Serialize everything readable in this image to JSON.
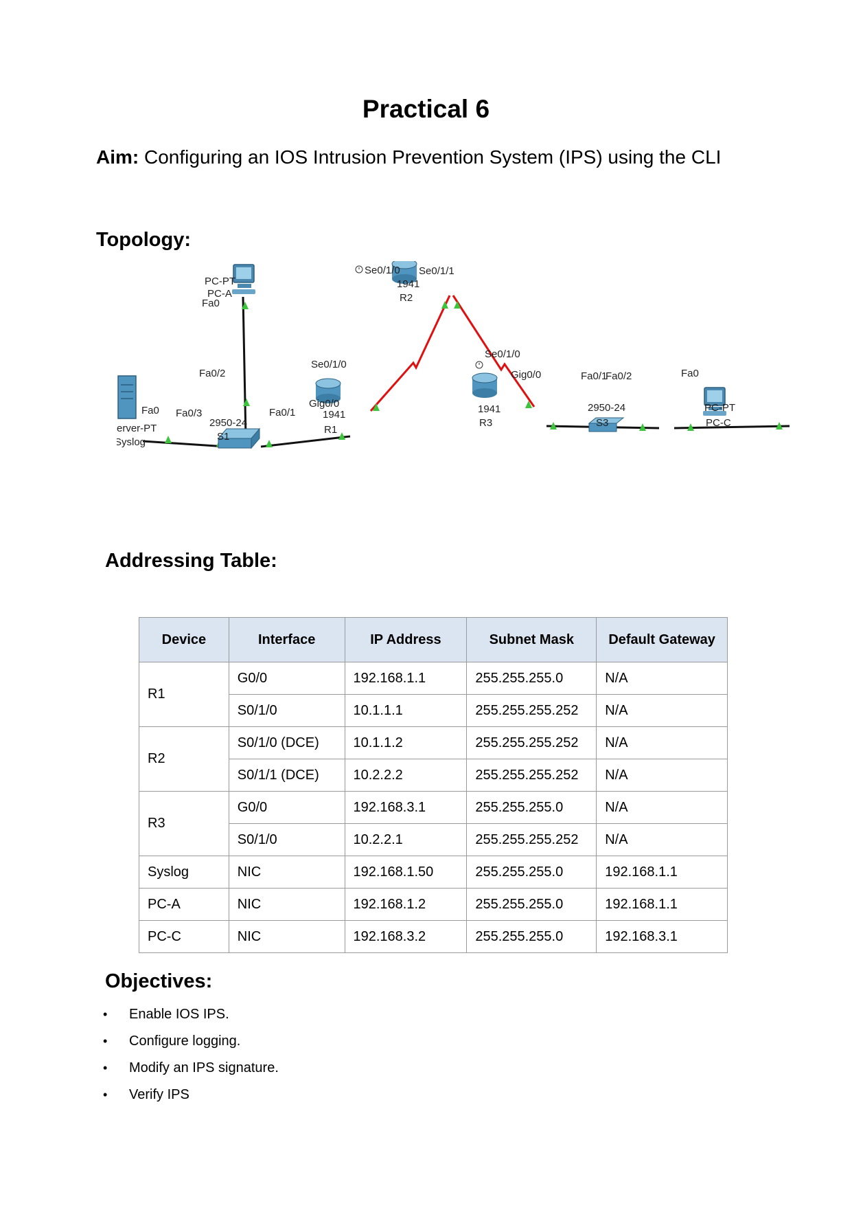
{
  "title": "Practical 6",
  "aim": {
    "label": "Aim:",
    "text": "Configuring an IOS Intrusion Prevention System (IPS) using the CLI"
  },
  "topology": {
    "heading": "Topology:",
    "labels": {
      "pca_type": "PC-PT",
      "pca_name": "PC-A",
      "pca_fa0": "Fa0",
      "s1_fa02": "Fa0/2",
      "s1_fa03": "Fa0/3",
      "s1_fa01": "Fa0/1",
      "s1_model": "2950-24",
      "s1_name": "S1",
      "server_fa0": "Fa0",
      "server_type": "Server-PT",
      "server_name": "Syslog",
      "r1_se010": "Se0/1/0",
      "r1_gig00": "Gig0/0",
      "r1_model": "1941",
      "r1_name": "R1",
      "r2_se010": "Se0/1/0",
      "r2_se011": "Se0/1/1",
      "r2_model": "1941",
      "r2_name": "R2",
      "r3_se010": "Se0/1/0",
      "r3_gig00": "Gig0/0",
      "r3_model": "1941",
      "r3_name": "R3",
      "s3_fa01": "Fa0/1",
      "s3_fa02": "Fa0/2",
      "s3_model": "2950-24",
      "s3_name": "S3",
      "pcc_fa0": "Fa0",
      "pcc_type": "PC-PT",
      "pcc_name": "PC-C"
    }
  },
  "addressing": {
    "heading": "Addressing Table:",
    "columns": [
      "Device",
      "Interface",
      "IP Address",
      "Subnet Mask",
      "Default Gateway"
    ],
    "rows": [
      {
        "device": "R1",
        "interface": "G0/0",
        "ip": "192.168.1.1",
        "mask": "255.255.255.0",
        "gateway": "N/A"
      },
      {
        "device": "",
        "interface": "S0/1/0",
        "ip": "10.1.1.1",
        "mask": "255.255.255.252",
        "gateway": "N/A"
      },
      {
        "device": "R2",
        "interface": "S0/1/0 (DCE)",
        "ip": "10.1.1.2",
        "mask": "255.255.255.252",
        "gateway": "N/A"
      },
      {
        "device": "",
        "interface": "S0/1/1 (DCE)",
        "ip": "10.2.2.2",
        "mask": "255.255.255.252",
        "gateway": "N/A"
      },
      {
        "device": "R3",
        "interface": "G0/0",
        "ip": "192.168.3.1",
        "mask": "255.255.255.0",
        "gateway": "N/A"
      },
      {
        "device": "",
        "interface": "S0/1/0",
        "ip": "10.2.2.1",
        "mask": "255.255.255.252",
        "gateway": "N/A"
      },
      {
        "device": "Syslog",
        "interface": "NIC",
        "ip": "192.168.1.50",
        "mask": "255.255.255.0",
        "gateway": "192.168.1.1"
      },
      {
        "device": "PC-A",
        "interface": "NIC",
        "ip": "192.168.1.2",
        "mask": "255.255.255.0",
        "gateway": "192.168.1.1"
      },
      {
        "device": "PC-C",
        "interface": "NIC",
        "ip": "192.168.3.2",
        "mask": "255.255.255.0",
        "gateway": "192.168.3.1"
      }
    ]
  },
  "objectives": {
    "heading": "Objectives:",
    "bullet": "•",
    "items": [
      "Enable IOS IPS.",
      "Configure logging.",
      "Modify an IPS signature.",
      "Verify IPS"
    ]
  },
  "colors": {
    "serial_link": "#e01010",
    "ethernet_link": "#111111",
    "port_marker": "#3cc43c",
    "header_fill": "#dbe5f1",
    "device_blue": "#5b9cc4"
  }
}
